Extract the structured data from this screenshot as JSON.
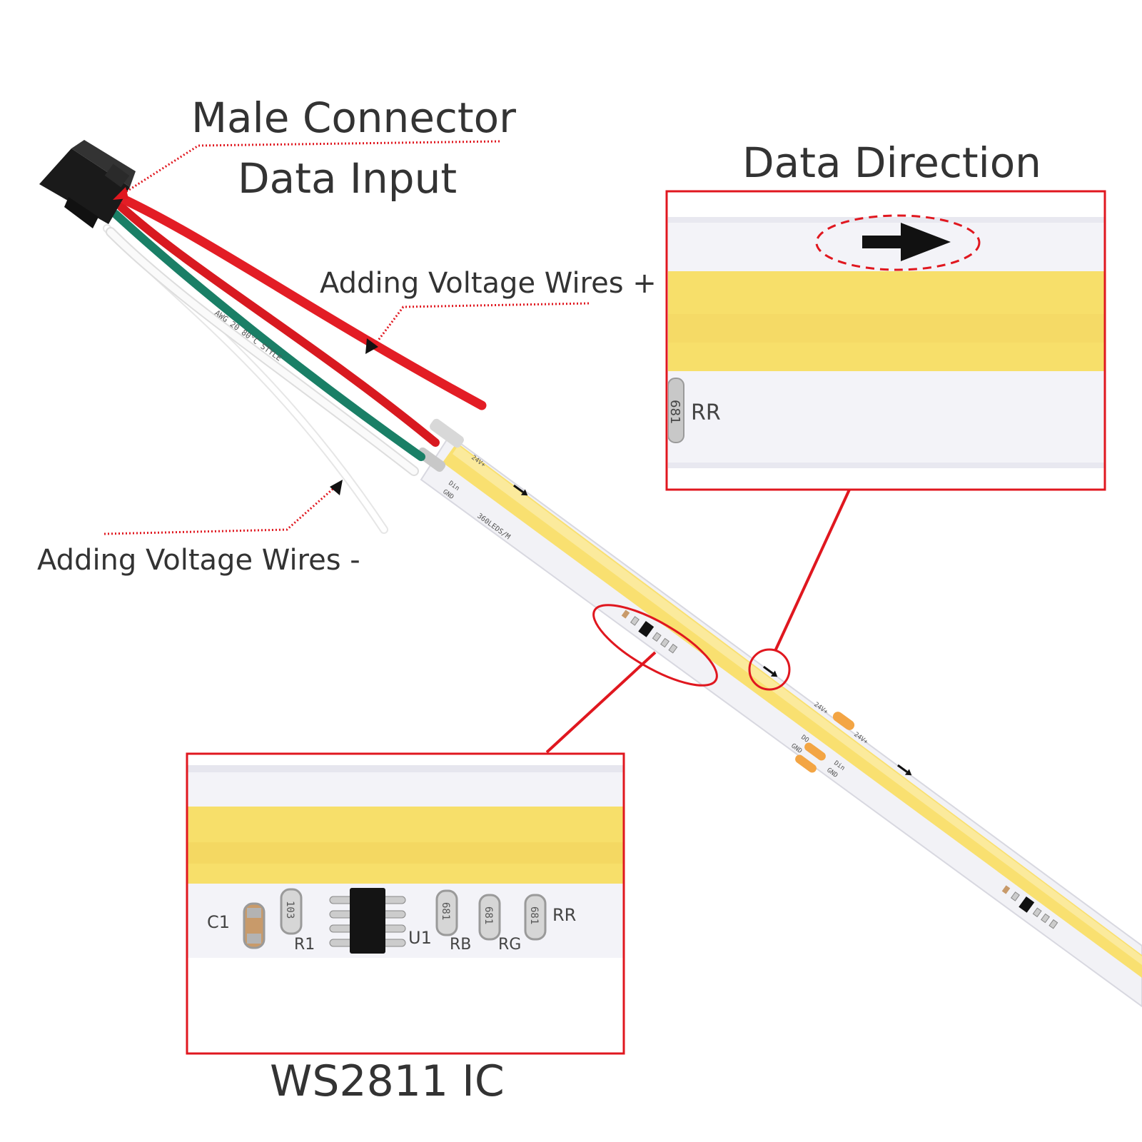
{
  "labels": {
    "male_connector": "Male Connector",
    "data_input": "Data Input",
    "voltage_plus": "Adding Voltage Wires +",
    "voltage_minus": "Adding Voltage Wires -",
    "data_direction": "Data Direction",
    "ws2811_ic": "WS2811 IC"
  },
  "strip_markings": {
    "plus": "24V+",
    "din": "Din",
    "gnd": "GND",
    "do": "DO",
    "density": "360LEDS/M",
    "wire_print": "AWG 20  80°C  STYLE"
  },
  "components": {
    "c1": "C1",
    "r1": "R1",
    "u1": "U1",
    "rb": "RB",
    "rg": "RG",
    "rr": "RR",
    "r1_code": "103",
    "rb_code": "681",
    "rg_code": "681",
    "rr_code": "681"
  },
  "colors": {
    "callout_red": "#e0171f",
    "cob_yellow": "#f9e27a",
    "pcb_white": "#f4f4f8",
    "wire_red": "#e31d25",
    "wire_green": "#1a8a6e"
  }
}
